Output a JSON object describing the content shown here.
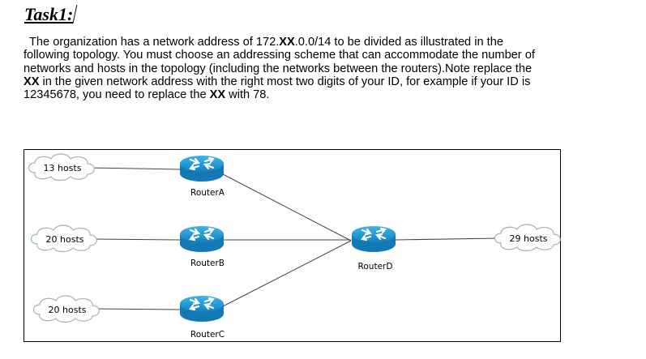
{
  "task": {
    "title": "Task1:",
    "paragraph": {
      "part1": "The organization has a network address of 172.",
      "xx1": "XX",
      "part2": ".0.0/14 to be divided as illustrated in the following topology. You must choose an addressing scheme that can accommodate the number of networks and hosts in the topology (including the networks between the routers).Note replace the ",
      "xx2": "XX",
      "part3": " in the given network address with the right most two digits of your ID, for example if your ID is 12345678, you need to replace the ",
      "xx3": "XX",
      "part4": " with 78."
    }
  },
  "topology": {
    "clouds": [
      {
        "id": "lan-a",
        "label": "13 hosts"
      },
      {
        "id": "lan-b",
        "label": "20 hosts"
      },
      {
        "id": "lan-c",
        "label": "20 hosts"
      },
      {
        "id": "lan-d",
        "label": "29 hosts"
      }
    ],
    "routers": [
      {
        "id": "router-a",
        "label": "RouterA",
        "icon": "router-icon"
      },
      {
        "id": "router-b",
        "label": "RouterB",
        "icon": "router-icon"
      },
      {
        "id": "router-c",
        "label": "RouterC",
        "icon": "router-icon"
      },
      {
        "id": "router-d",
        "label": "RouterD",
        "icon": "router-icon"
      }
    ],
    "links": [
      {
        "from": "lan-a",
        "to": "router-a"
      },
      {
        "from": "lan-b",
        "to": "router-b"
      },
      {
        "from": "lan-c",
        "to": "router-c"
      },
      {
        "from": "router-a",
        "to": "router-d"
      },
      {
        "from": "router-b",
        "to": "router-d"
      },
      {
        "from": "router-c",
        "to": "router-d"
      },
      {
        "from": "router-d",
        "to": "lan-d"
      }
    ],
    "colors": {
      "router_body": "#1da1d8",
      "router_top": "#4cc1ee",
      "cloud_fill": "#ffffff",
      "cloud_stroke": "#9fb3bf",
      "link": "#444444"
    }
  }
}
